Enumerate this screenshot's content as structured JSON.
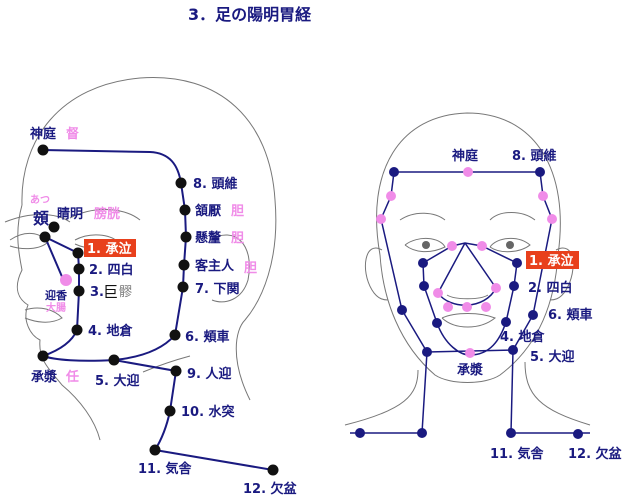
{
  "title": "3．足の陽明胃経",
  "colors": {
    "meridian": "#1a1a80",
    "other_meridian": "#f08ce8",
    "highlight": "#e8401c"
  },
  "side_view": {
    "labels": {
      "shentei": "神庭",
      "shentei_tag": "督",
      "tousui": "8. 頭維",
      "ganen": "頷厭",
      "ganen_tag": "胆",
      "kenri": "懸釐",
      "kenri_tag": "胆",
      "kyakushujin": "客主人",
      "kyakushujin_tag": "胆",
      "gekan": "7. 下関",
      "kyousha": "6. 頬車",
      "atsu_reading": "あつ",
      "atsu": "頞",
      "seimei": "睛明",
      "seimei_tag": "膀胱",
      "shoukyu": "1. 承泣",
      "shihaku": "2. 四白",
      "koryo_num": "3.",
      "koryo_a": "巨",
      "koryo_b": "髎",
      "geikou": "迎香",
      "geikou_tag": "大腸",
      "chisou": "4. 地倉",
      "shoushou": "承漿",
      "shoushou_tag": "任",
      "daigei": "5. 大迎",
      "jingei": "9. 人迎",
      "suitotsu": "10. 水突",
      "kisha": "11. 気舎",
      "ketsubon": "12. 欠盆"
    }
  },
  "front_view": {
    "labels": {
      "shentei": "神庭",
      "tousui": "8. 頭維",
      "shoukyu": "1. 承泣",
      "shihaku": "2. 四白",
      "kyousha": "6. 頬車",
      "chisou": "4. 地倉",
      "daigei": "5. 大迎",
      "shoushou": "承漿",
      "kisha": "11. 気舎",
      "ketsubon": "12. 欠盆"
    }
  }
}
